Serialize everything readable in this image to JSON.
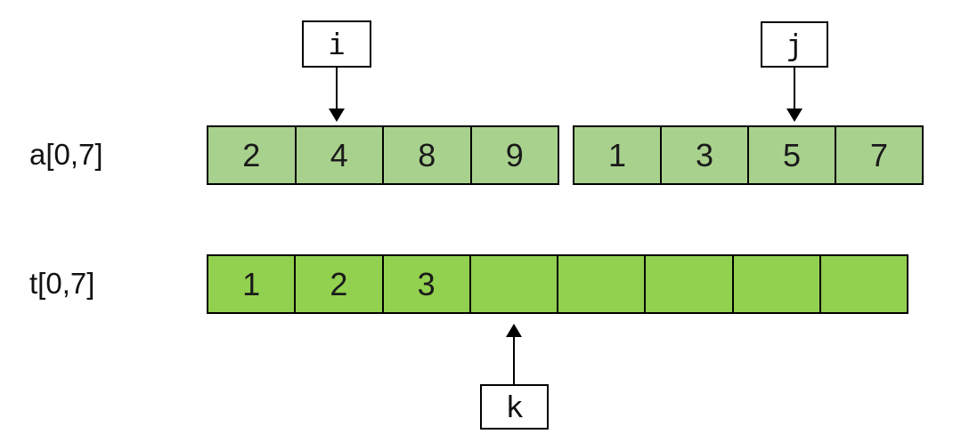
{
  "diagram": {
    "source_array": {
      "label": "a[0,7]",
      "left_run": [
        "2",
        "4",
        "8",
        "9"
      ],
      "right_run": [
        "1",
        "3",
        "5",
        "7"
      ]
    },
    "temp_array": {
      "label": "t[0,7]",
      "cells": [
        "1",
        "2",
        "3",
        "",
        "",
        "",
        "",
        ""
      ]
    },
    "pointers": {
      "i": {
        "label": "i"
      },
      "j": {
        "label": "j"
      },
      "k": {
        "label": "k"
      }
    },
    "colors": {
      "source_fill": "#A9D18E",
      "temp_fill": "#92D050",
      "border": "#000000",
      "background": "#FFFFFF"
    }
  }
}
